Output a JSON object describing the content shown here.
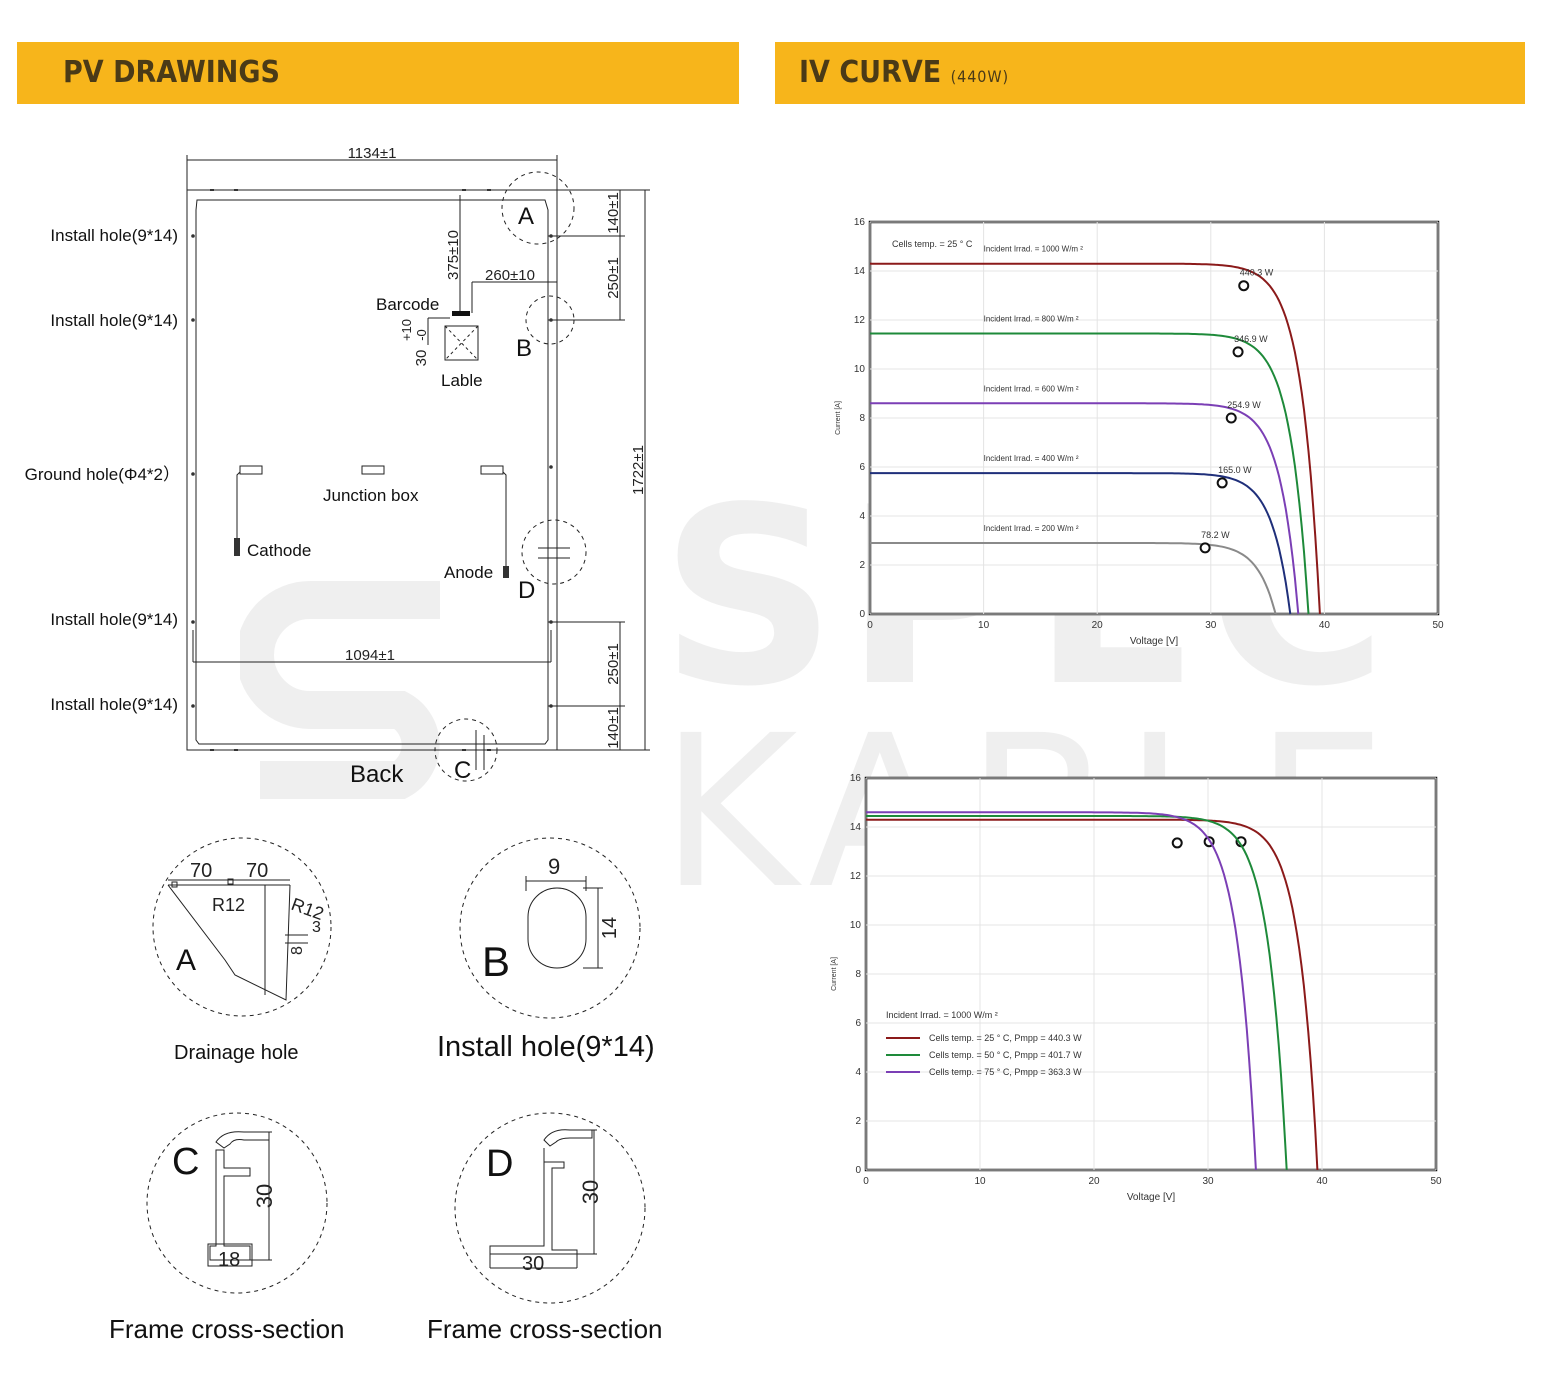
{
  "left_banner": {
    "title": "PV DRAWINGS"
  },
  "right_banner": {
    "title": "IV CURVE",
    "subtitle": "(440W)"
  },
  "watermark": {
    "line1": "SPEC",
    "line2": "KABLE"
  },
  "drawing": {
    "dim_width": "1134±1",
    "dim_inner_width": "1094±1",
    "dim_height": "1722±1",
    "dim_140_top": "140±1",
    "dim_250_top": "250±1",
    "dim_250_bottom": "250±1",
    "dim_140_bottom": "140±1",
    "dim_375": "375±10",
    "dim_260": "260±10",
    "dim_30": "30",
    "dim_tol_plus": "+10",
    "dim_tol_minus": "-0",
    "install_hole_1": "Install hole(9*14)",
    "install_hole_2": "Install hole(9*14)",
    "ground_hole": "Ground hole(Φ4*2）",
    "install_hole_3": "Install hole(9*14)",
    "install_hole_4": "Install hole(9*14)",
    "barcode": "Barcode",
    "lable": "Lable",
    "junction_box": "Junction box",
    "cathode": "Cathode",
    "anode": "Anode",
    "back": "Back",
    "marker_a": "A",
    "marker_b": "B",
    "marker_c": "C",
    "marker_d": "D"
  },
  "details": {
    "a": {
      "letter": "A",
      "d70a": "70",
      "d70b": "70",
      "r12a": "R12",
      "r12b": "R12",
      "d3": "3",
      "d8": "8",
      "caption": "Drainage hole"
    },
    "b": {
      "letter": "B",
      "d9": "9",
      "d14": "14",
      "caption": "Install hole(9*14)"
    },
    "c": {
      "letter": "C",
      "d30": "30",
      "d18": "18",
      "caption": "Frame cross-section"
    },
    "d": {
      "letter": "D",
      "d30v": "30",
      "d30h": "30",
      "caption": "Frame cross-section"
    }
  },
  "colors": {
    "banner": "#f7b51b",
    "dark_red": "#8b1a1a",
    "green": "#1e8a3a",
    "purple": "#7b3fb5",
    "navy": "#1f2f7a",
    "gray": "#8a8a8a"
  },
  "chart_data": [
    {
      "type": "line",
      "title": "",
      "xlabel": "Voltage [V]",
      "ylabel": "Current   [A]",
      "xlim": [
        0,
        50
      ],
      "ylim": [
        0,
        16
      ],
      "xticks": [
        0,
        10,
        20,
        30,
        40,
        50
      ],
      "yticks": [
        0,
        2,
        4,
        6,
        8,
        10,
        12,
        14,
        16
      ],
      "annotation": "Cells temp. = 25 ° C",
      "series": [
        {
          "name": "Incident Irrad. = 1000 W/m ²",
          "color": "#8b1a1a",
          "isc": 14.3,
          "voc": 39.6,
          "mpp": {
            "v": 32.9,
            "i": 13.4,
            "label": "440.3 W"
          }
        },
        {
          "name": "Incident Irrad. = 800 W/m ²",
          "color": "#1e8a3a",
          "isc": 11.45,
          "voc": 38.6,
          "mpp": {
            "v": 32.4,
            "i": 10.7,
            "label": "346.9 W"
          }
        },
        {
          "name": "Incident Irrad. = 600 W/m ²",
          "color": "#7b3fb5",
          "isc": 8.6,
          "voc": 37.7,
          "mpp": {
            "v": 31.8,
            "i": 8.0,
            "label": "254.9 W"
          }
        },
        {
          "name": "Incident Irrad. = 400 W/m ²",
          "color": "#1f2f7a",
          "isc": 5.75,
          "voc": 37.0,
          "mpp": {
            "v": 31.0,
            "i": 5.35,
            "label": "165.0 W"
          }
        },
        {
          "name": "Incident Irrad. = 200 W/m ²",
          "color": "#8a8a8a",
          "isc": 2.9,
          "voc": 35.7,
          "mpp": {
            "v": 29.5,
            "i": 2.7,
            "label": "78.2 W"
          }
        }
      ]
    },
    {
      "type": "line",
      "title": "",
      "xlabel": "Voltage [V]",
      "ylabel": "Current   [A]",
      "xlim": [
        0,
        50
      ],
      "ylim": [
        0,
        16
      ],
      "xticks": [
        0,
        10,
        20,
        30,
        40,
        50
      ],
      "yticks": [
        0,
        2,
        4,
        6,
        8,
        10,
        12,
        14,
        16
      ],
      "legend_title": "Incident Irrad. = 1000 W/m ²",
      "legend_position": "bottom-left",
      "series": [
        {
          "name": "Cells temp. = 25 ° C,  Pmpp = 440.3 W",
          "color": "#8b1a1a",
          "isc": 14.3,
          "voc": 39.6,
          "mpp": {
            "v": 32.9,
            "i": 13.4
          }
        },
        {
          "name": "Cells temp. = 50 ° C,  Pmpp = 401.7 W",
          "color": "#1e8a3a",
          "isc": 14.45,
          "voc": 36.9,
          "mpp": {
            "v": 30.1,
            "i": 13.4
          }
        },
        {
          "name": "Cells temp. = 75 ° C,  Pmpp = 363.3 W",
          "color": "#7b3fb5",
          "isc": 14.6,
          "voc": 34.2,
          "mpp": {
            "v": 27.3,
            "i": 13.35
          }
        }
      ]
    }
  ]
}
